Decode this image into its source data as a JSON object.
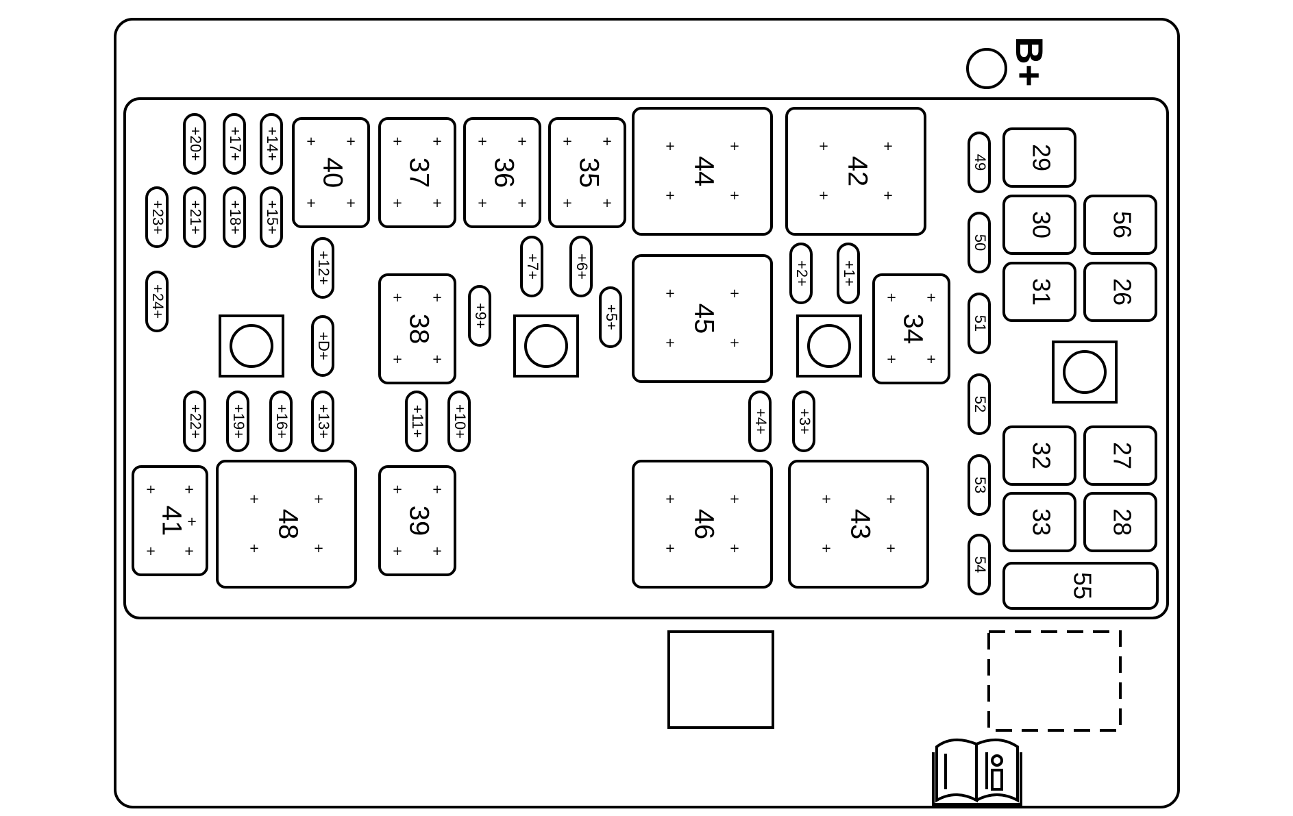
{
  "battery": {
    "label": "B+"
  },
  "relays": [
    {
      "id": "40"
    },
    {
      "id": "37"
    },
    {
      "id": "36"
    },
    {
      "id": "35"
    },
    {
      "id": "44"
    },
    {
      "id": "42"
    },
    {
      "id": "38"
    },
    {
      "id": "45"
    },
    {
      "id": "34"
    },
    {
      "id": "41"
    },
    {
      "id": "48"
    },
    {
      "id": "39"
    },
    {
      "id": "46"
    },
    {
      "id": "43"
    }
  ],
  "mini_fuses": [
    {
      "id": "20"
    },
    {
      "id": "17"
    },
    {
      "id": "14"
    },
    {
      "id": "23"
    },
    {
      "id": "21"
    },
    {
      "id": "18"
    },
    {
      "id": "15"
    },
    {
      "id": "24"
    },
    {
      "id": "12"
    },
    {
      "id": "7"
    },
    {
      "id": "6"
    },
    {
      "id": "9"
    },
    {
      "id": "5"
    },
    {
      "id": "2"
    },
    {
      "id": "1"
    },
    {
      "id": "22"
    },
    {
      "id": "19"
    },
    {
      "id": "16"
    },
    {
      "id": "13"
    },
    {
      "id": "11"
    },
    {
      "id": "10"
    },
    {
      "id": "4"
    },
    {
      "id": "3"
    }
  ],
  "diode": {
    "label": "+D+"
  },
  "vertical_fuses": [
    {
      "id": "49"
    },
    {
      "id": "50"
    },
    {
      "id": "51"
    },
    {
      "id": "52"
    },
    {
      "id": "53"
    },
    {
      "id": "54"
    }
  ],
  "maxi_fuses": [
    {
      "id": "29"
    },
    {
      "id": "30"
    },
    {
      "id": "56"
    },
    {
      "id": "31"
    },
    {
      "id": "26"
    },
    {
      "id": "32"
    },
    {
      "id": "27"
    },
    {
      "id": "33"
    },
    {
      "id": "28"
    },
    {
      "id": "55"
    }
  ],
  "mounting_bolts": 4,
  "manual_icon": "owners-manual-info-icon"
}
